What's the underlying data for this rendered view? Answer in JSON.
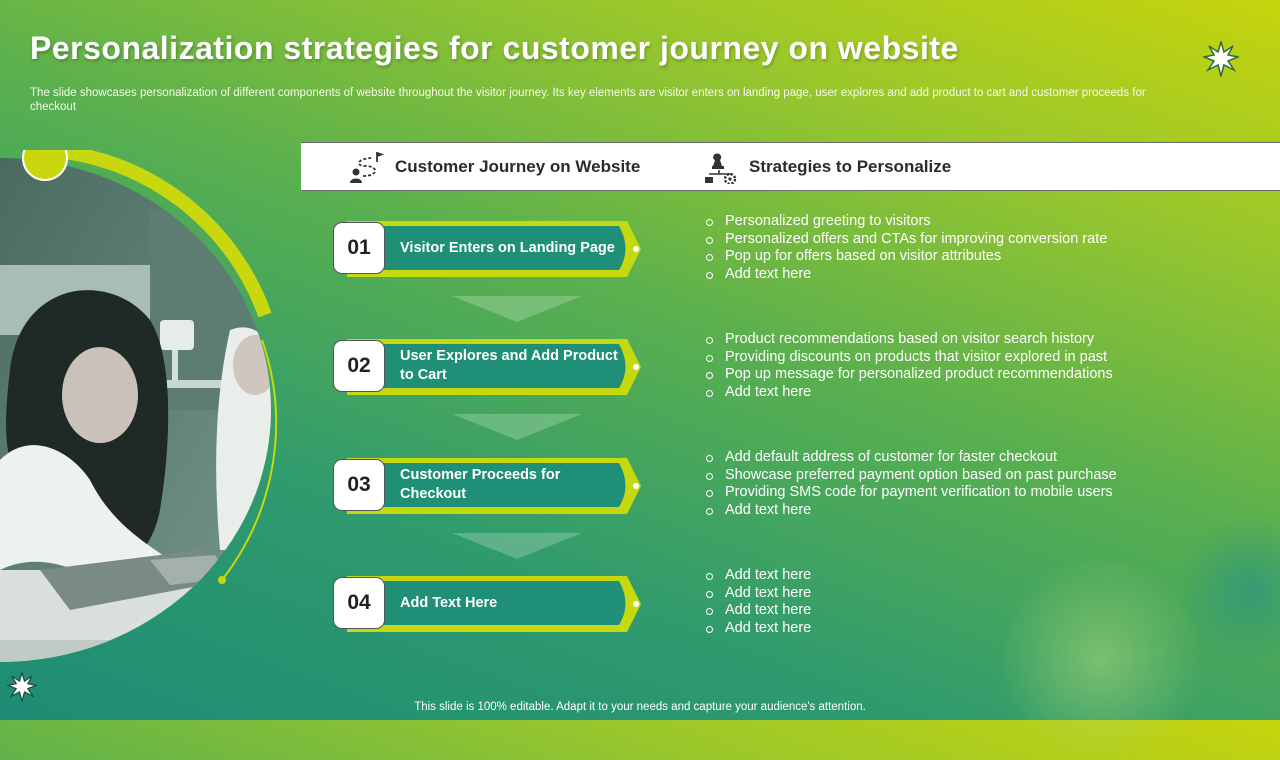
{
  "title": "Personalization strategies for customer journey on website",
  "subtitle": "The slide showcases personalization of different components of website throughout the visitor journey. Its key elements are visitor enters on landing page, user explores and add product to cart and customer proceeds for checkout",
  "header": {
    "journey_label": "Customer Journey on Website",
    "journey_icon": "journey-path-icon",
    "strategy_label": "Strategies to Personalize",
    "strategy_icon": "chess-strategy-icon"
  },
  "colors": {
    "ribbon": "#1f8f78",
    "ribbon_border": "#c6d80f",
    "accent": "#c6d80f"
  },
  "steps": [
    {
      "number": "01",
      "label": "Visitor Enters on Landing Page",
      "bullets": [
        "Personalized greeting to visitors",
        "Personalized offers and CTAs for improving conversion rate",
        "Pop up for offers based on visitor attributes",
        "Add text here"
      ]
    },
    {
      "number": "02",
      "label": "User Explores and Add Product to Cart",
      "bullets": [
        "Product recommendations based on visitor search history",
        "Providing discounts on products that visitor explored  in past",
        "Pop up message for personalized product recommendations",
        "Add text here"
      ]
    },
    {
      "number": "03",
      "label": "Customer Proceeds for Checkout",
      "bullets": [
        "Add default address of customer for faster checkout",
        "Showcase preferred payment option based on past purchase",
        "Providing SMS code for payment verification to mobile users",
        "Add text here"
      ]
    },
    {
      "number": "04",
      "label": "Add Text Here",
      "bullets": [
        "Add text here",
        "Add text here",
        "Add text here",
        "Add text here"
      ]
    }
  ],
  "footer": "This slide is 100% editable. Adapt it to your needs and capture your audience's attention."
}
